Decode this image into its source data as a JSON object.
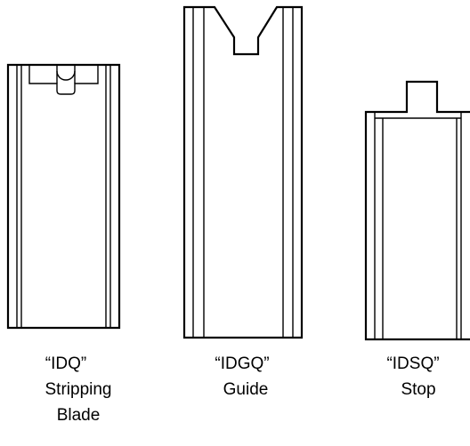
{
  "figure": {
    "stroke_color": "#000000",
    "background": "#ffffff",
    "parts": [
      {
        "id": "idq",
        "code": "“IDQ”",
        "name_lines": [
          "Stripping",
          "Blade"
        ],
        "icon": "stripping-blade-icon"
      },
      {
        "id": "idgq",
        "code": "“IDGQ”",
        "name_lines": [
          "Guide"
        ],
        "icon": "guide-icon"
      },
      {
        "id": "idsq",
        "code": "“IDSQ”",
        "name_lines": [
          "Stop"
        ],
        "icon": "stop-icon"
      }
    ]
  }
}
